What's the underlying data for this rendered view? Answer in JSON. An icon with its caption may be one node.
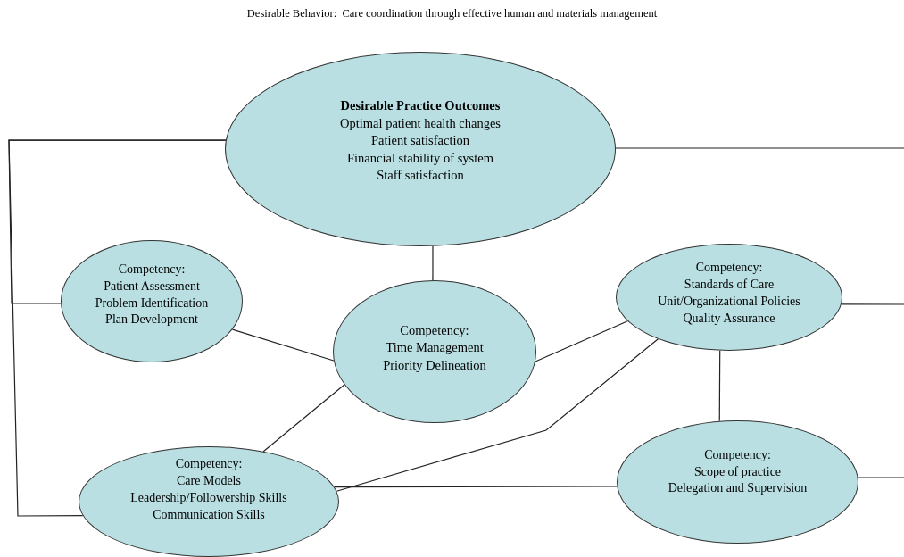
{
  "diagram": {
    "title": "Desirable Behavior:  Care coordination through effective human and materials management",
    "nodes": [
      {
        "text": [
          "Desirable Practice Outcomes",
          "Optimal patient health changes",
          "Patient satisfaction",
          "Financial stability of system",
          "Staff satisfaction"
        ]
      },
      {
        "text": [
          "Competency:",
          "Patient Assessment",
          "Problem Identification",
          "Plan Development"
        ]
      },
      {
        "text": [
          "Competency:",
          "Time Management",
          "Priority Delineation"
        ]
      },
      {
        "text": [
          "Competency:",
          "Standards of Care",
          "Unit/Organizational Policies",
          "Quality Assurance"
        ]
      },
      {
        "text": [
          "Competency:",
          "Care Models",
          "Leadership/Followership Skills",
          "Communication Skills"
        ]
      },
      {
        "text": [
          "Competency:",
          "Scope of practice",
          "Delegation and Supervision"
        ]
      }
    ],
    "edges": [
      {
        "from": 0,
        "to": 4,
        "arrow": "none"
      },
      {
        "from": 1,
        "to": 0,
        "arrow": "none"
      },
      {
        "from": 0,
        "to": 2,
        "arrow": "none"
      },
      {
        "from": 1,
        "to": 2,
        "arrow": "none"
      },
      {
        "from": 2,
        "to": 3,
        "arrow": "none"
      },
      {
        "from": 2,
        "to": 4,
        "arrow": "none"
      },
      {
        "from": 4,
        "to": 3,
        "arrow": "none"
      },
      {
        "from": 4,
        "to": 5,
        "arrow": "none"
      },
      {
        "from": 3,
        "to": 5,
        "arrow": "none"
      },
      {
        "from": 0,
        "to": null,
        "arrow": "none"
      },
      {
        "from": 3,
        "to": null,
        "arrow": "none"
      },
      {
        "from": 5,
        "to": null,
        "arrow": "none"
      }
    ]
  }
}
